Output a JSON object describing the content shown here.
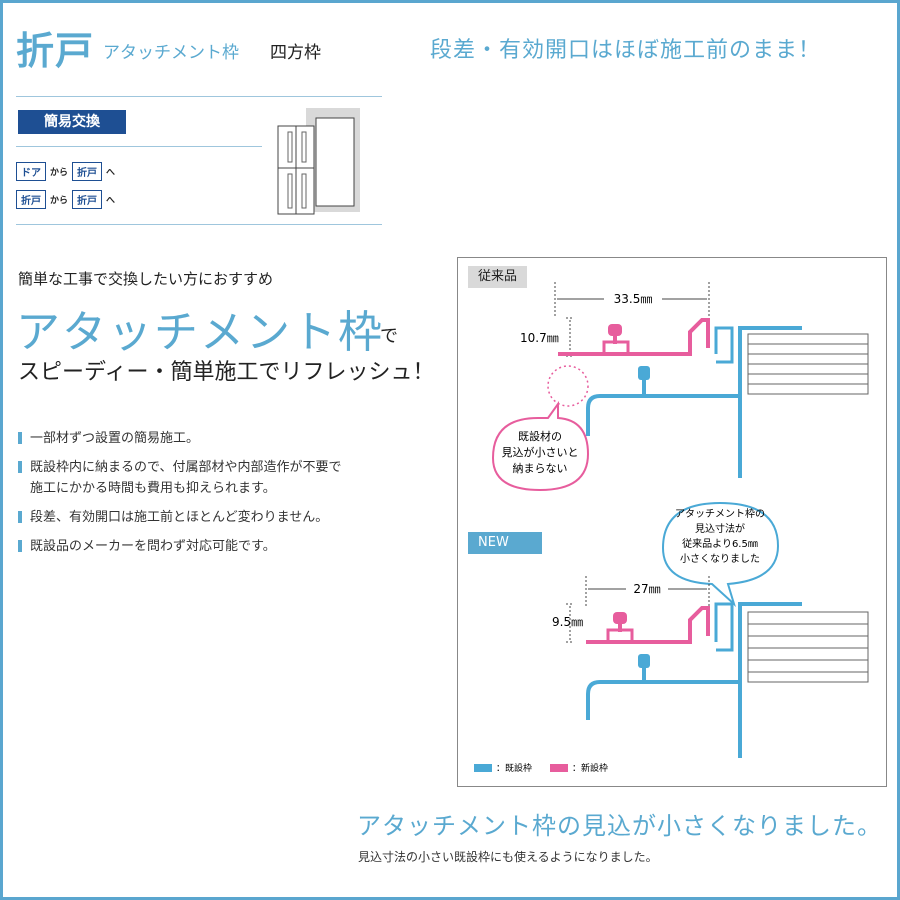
{
  "header": {
    "title": "折戸",
    "subtitle": "アタッチメント枠",
    "variant": "四方枠",
    "slogan": "段差・有効開口はほぼ施工前のまま！"
  },
  "swap": {
    "badge": "簡易交換",
    "kara": "から",
    "he": "へ",
    "rows": [
      {
        "from": "ドア",
        "to": "折戸"
      },
      {
        "from": "折戸",
        "to": "折戸"
      }
    ]
  },
  "main": {
    "lead": "簡単な工事で交換したい方におすすめ",
    "hero": "アタッチメント枠",
    "particle": "で",
    "sub": "スピーディー・簡単施工でリフレッシュ！",
    "bullets": [
      "一部材ずつ設置の簡易施工。",
      "既設枠内に納まるので、付属部材や内部造作が不要で",
      "施工にかかる時間も費用も抑えられます。",
      "段差、有効開口は施工前とほとんど変わりません。",
      "既設品のメーカーを問わず対応可能です。"
    ]
  },
  "diagram": {
    "old_label": "従来品",
    "new_label": "NEW",
    "old_width": "33.5㎜",
    "old_depth": "10.7㎜",
    "new_width": "27㎜",
    "new_depth": "9.5㎜",
    "callout_old": [
      "既設材の",
      "見込が小さいと",
      "納まらない"
    ],
    "callout_new": [
      "アタッチメント枠の",
      "見込寸法が",
      "従来品より6.5㎜",
      "小さくなりました"
    ],
    "legend_existing": "：既設枠",
    "legend_new": "：新設枠",
    "colors": {
      "existing": "#4aa9d6",
      "new": "#e75d9d",
      "accent": "#5aa9d0",
      "badge": "#1e4f93"
    }
  },
  "footer": {
    "headline": "アタッチメント枠の見込が小さくなりました。",
    "note": "見込寸法の小さい既設枠にも使えるようになりました。"
  }
}
